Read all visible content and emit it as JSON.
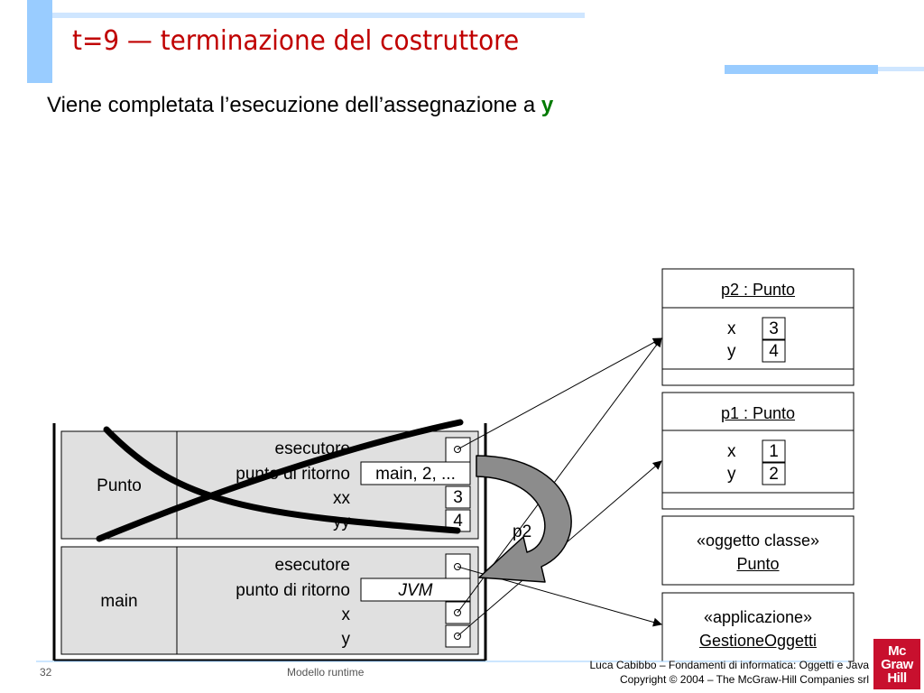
{
  "slide": {
    "title": "t=9 — terminazione del costruttore",
    "subtitle_text": "Viene completata l’esecuzione dell’assegnazione a ",
    "subtitle_highlight": "y",
    "page_number": "32",
    "footer_center": "Modello runtime",
    "footer_right_line1": "Luca Cabibbo – Fondamenti di informatica: Oggetti e Java",
    "footer_right_line2": "Copyright © 2004 – The McGraw-Hill Companies srl",
    "logo": [
      "Mc",
      "Graw",
      "Hill"
    ]
  },
  "stack": {
    "punto_frame": {
      "name": "Punto",
      "labels": [
        "esecutore",
        "punto di ritorno",
        "xx",
        "yy"
      ],
      "return_point_value": "main, 2, ...",
      "xx_value": "3",
      "yy_value": "4",
      "crossed_out": true
    },
    "main_frame": {
      "name": "main",
      "labels": [
        "esecutore",
        "punto di ritorno",
        "x",
        "y"
      ],
      "return_point_value": "JVM"
    },
    "return_arrow_label": "p2"
  },
  "heap": {
    "p2": {
      "title": "p2 : Punto",
      "fields": [
        {
          "name": "x",
          "value": "3"
        },
        {
          "name": "y",
          "value": "4"
        }
      ]
    },
    "p1": {
      "title": "p1 : Punto",
      "fields": [
        {
          "name": "x",
          "value": "1"
        },
        {
          "name": "y",
          "value": "2"
        }
      ]
    },
    "class_object": {
      "stereotype": "«oggetto classe»",
      "name": "Punto"
    },
    "application": {
      "stereotype": "«applicazione»",
      "name": "GestioneOggetti"
    }
  },
  "colors": {
    "title": "#c00000",
    "highlight": "#007a00",
    "accent_bar": "#99ccff",
    "frame_fill": "#e0e0e0",
    "logo": "#c8102e"
  }
}
